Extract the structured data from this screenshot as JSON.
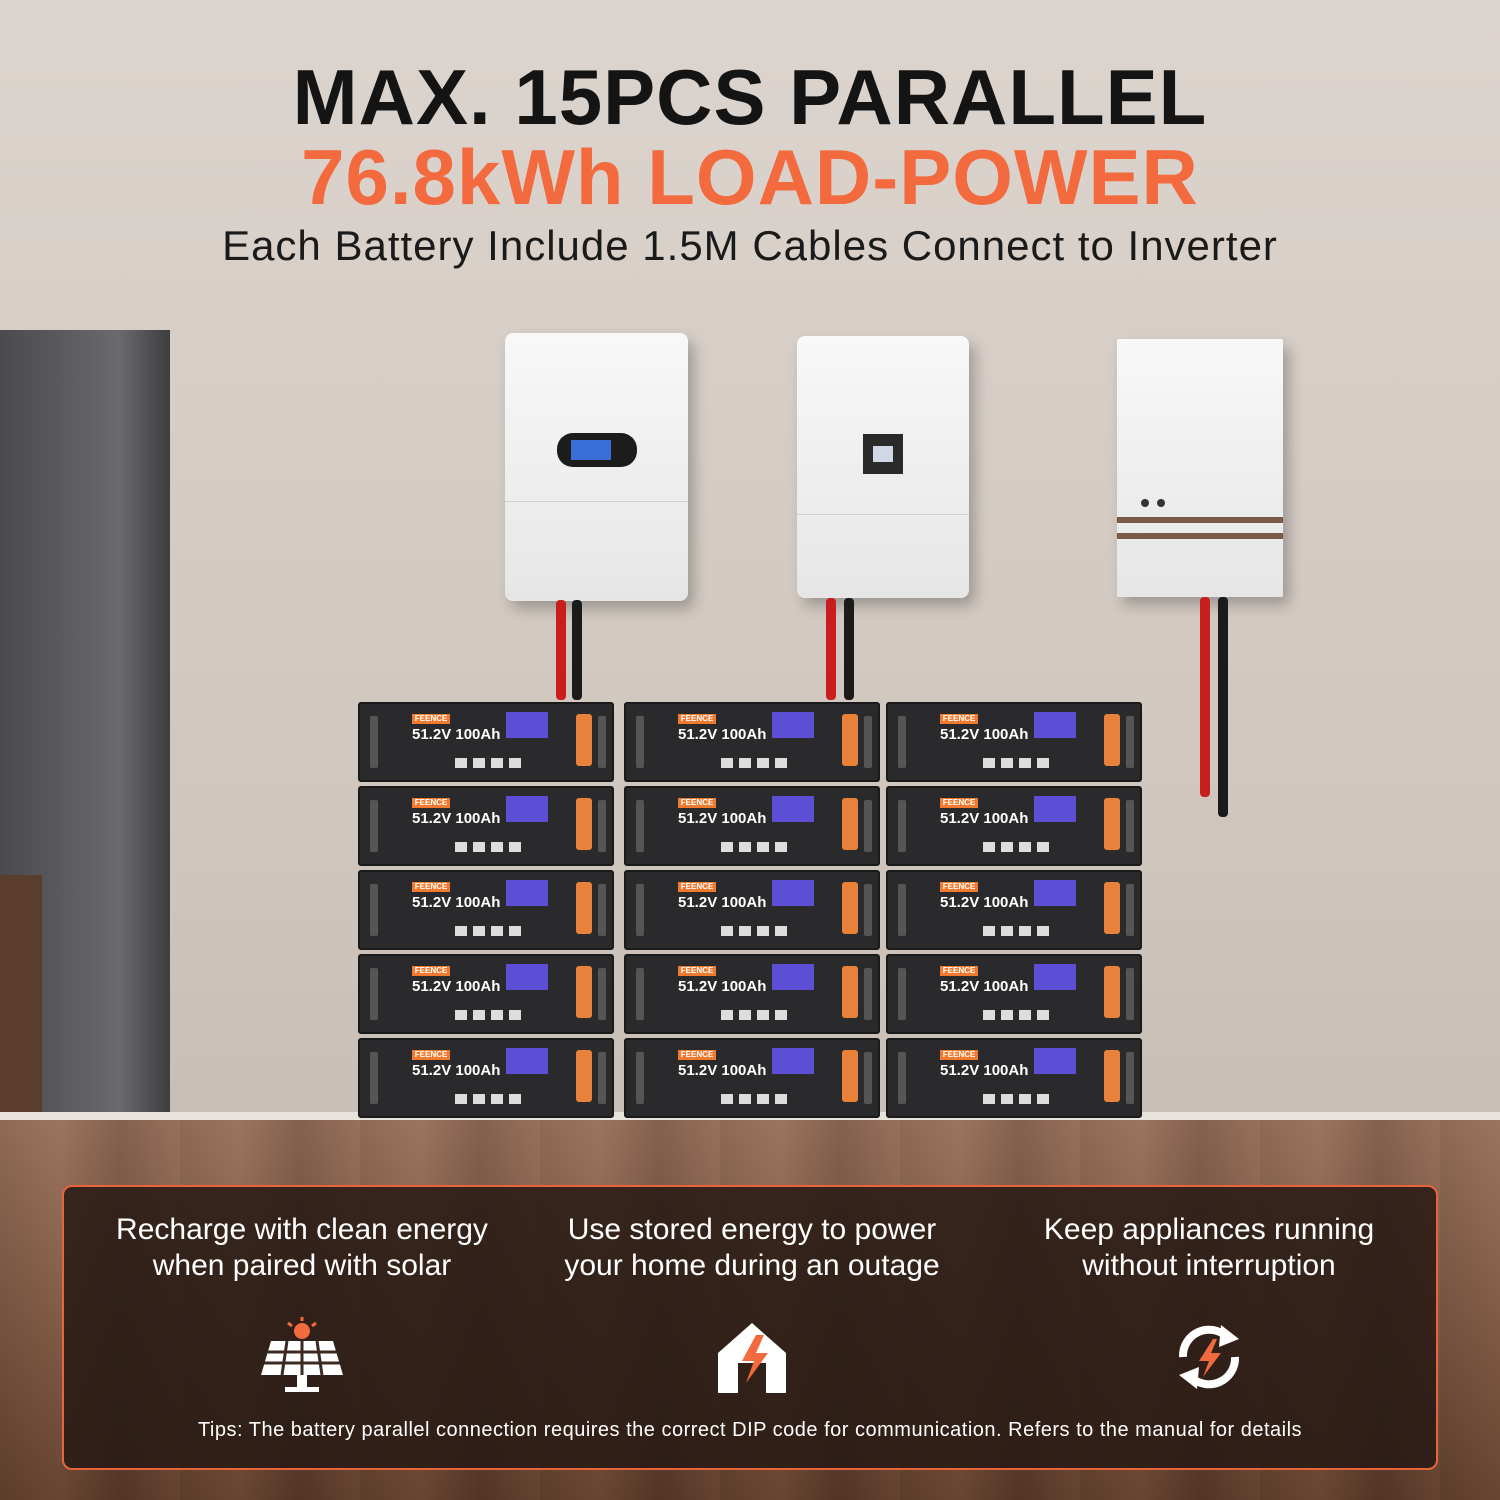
{
  "headline": {
    "line1": "MAX. 15PCS PARALLEL",
    "line2": "76.8kWh LOAD-POWER",
    "line3": "Each Battery Include 1.5M Cables Connect to Inverter"
  },
  "battery": {
    "brand": "FEENCE",
    "spec": "51.2V 100Ah",
    "count": 15
  },
  "features": [
    {
      "text": "Recharge with clean energy when paired with solar",
      "icon": "solar-panel-icon"
    },
    {
      "text": "Use stored energy to power your home during an outage",
      "icon": "house-lightning-icon"
    },
    {
      "text": "Keep appliances running without interruption",
      "icon": "cycle-lightning-icon"
    }
  ],
  "tips": "Tips: The battery parallel connection requires the correct DIP code for communication. Refers to the manual for details",
  "colors": {
    "accent": "#f26a3d",
    "dark": "#141414",
    "battery_label": "#f07a2e"
  }
}
